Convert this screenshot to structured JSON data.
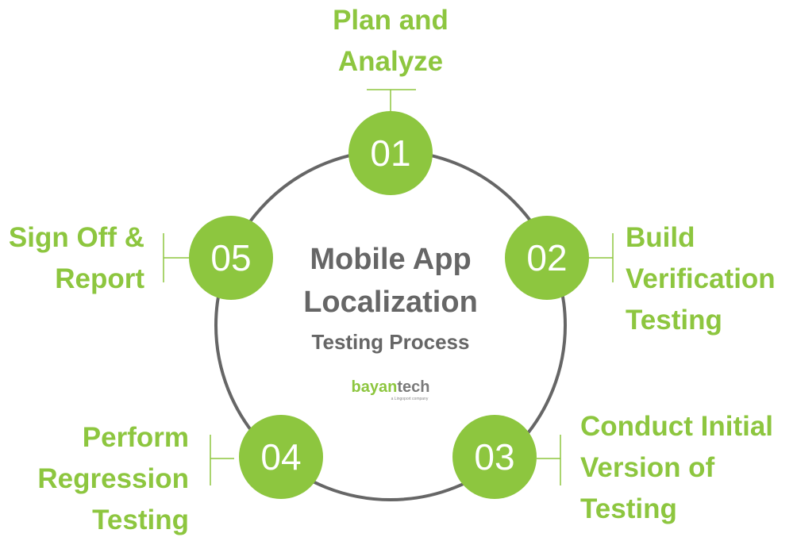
{
  "diagram": {
    "title_line1": "Mobile App",
    "title_line2": "Localization",
    "subtitle": "Testing Process",
    "colors": {
      "accent": "#8dc63f",
      "ring": "#666666",
      "title": "#666666"
    },
    "steps": [
      {
        "number": "01",
        "label": [
          "Plan and",
          "Analyze"
        ]
      },
      {
        "number": "02",
        "label": [
          "Build",
          "Verification",
          "Testing"
        ]
      },
      {
        "number": "03",
        "label": [
          "Conduct Initial",
          "Version of",
          "Testing"
        ]
      },
      {
        "number": "04",
        "label": [
          "Perform",
          "Regression",
          "Testing"
        ]
      },
      {
        "number": "05",
        "label": [
          "Sign Off &",
          "Report"
        ]
      }
    ]
  },
  "logo": {
    "brand_part1": "bayan",
    "brand_part2": "tech",
    "tagline": "a Lingoport company"
  }
}
